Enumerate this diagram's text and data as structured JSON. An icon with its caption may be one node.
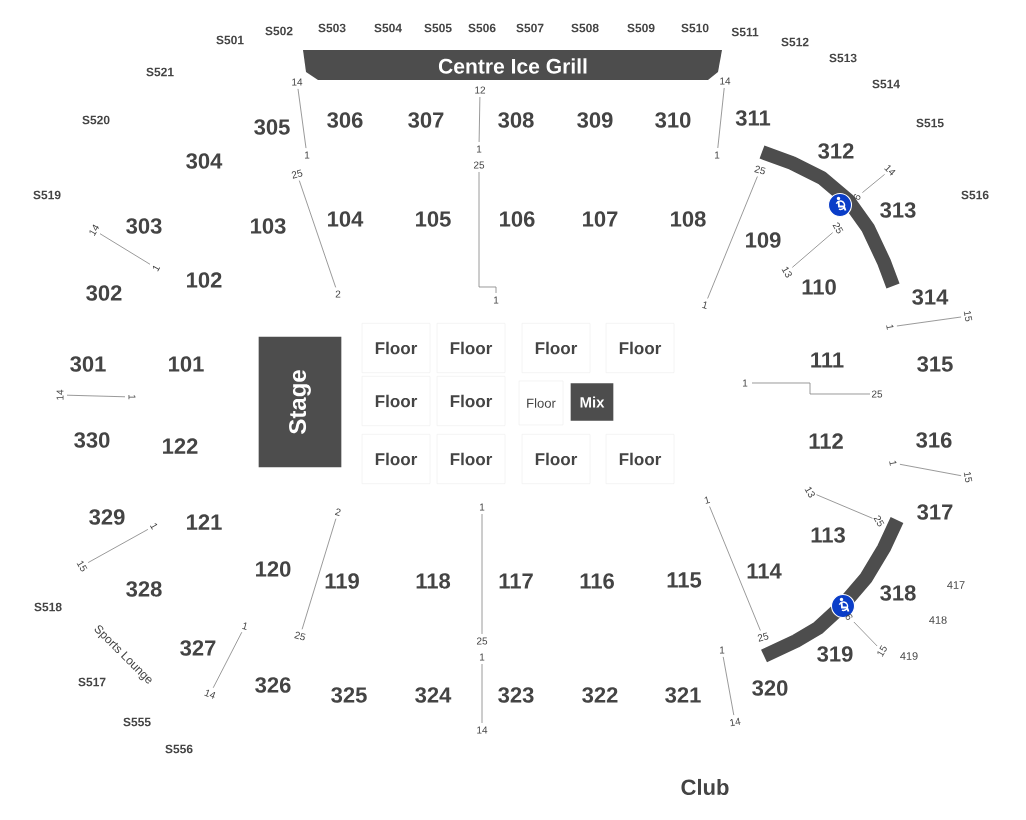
{
  "diagram": {
    "nodes": [
      {
        "text": [
          "Centre Ice Grill"
        ]
      },
      {
        "text": [
          "Stage"
        ]
      },
      {
        "text": [
          "Floor"
        ]
      },
      {
        "text": [
          "Floor"
        ]
      },
      {
        "text": [
          "Floor"
        ]
      },
      {
        "text": [
          "Floor"
        ]
      },
      {
        "text": [
          "Floor"
        ]
      },
      {
        "text": [
          "Floor"
        ]
      },
      {
        "text": [
          "Floor"
        ]
      },
      {
        "text": [
          "Mix"
        ]
      },
      {
        "text": [
          "Floor"
        ]
      },
      {
        "text": [
          "Floor"
        ]
      },
      {
        "text": [
          "Floor"
        ]
      },
      {
        "text": [
          "Floor"
        ]
      }
    ],
    "labels": [
      "S501",
      "S502",
      "S503",
      "S504",
      "S505",
      "S506",
      "S507",
      "S508",
      "S509",
      "S510",
      "S511",
      "S512",
      "S513",
      "S521",
      "S514",
      "S520",
      "S515",
      "S519",
      "S516",
      "14",
      "12",
      "14",
      "305",
      "306",
      "307",
      "308",
      "309",
      "310",
      "311",
      "1",
      "1",
      "1",
      "312",
      "304",
      "25",
      "25",
      "25",
      "14",
      "6",
      "313",
      "303",
      "103",
      "104",
      "105",
      "106",
      "107",
      "108",
      "14",
      "25",
      "109",
      "1",
      "13",
      "302",
      "102",
      "2",
      "1",
      "1",
      "110",
      "1",
      "314",
      "15",
      "301",
      "101",
      "111",
      "315",
      "1",
      "14",
      "1",
      "25",
      "330",
      "122",
      "112",
      "316",
      "1",
      "15",
      "13",
      "2",
      "1",
      "1",
      "329",
      "121",
      "317",
      "25",
      "1",
      "113",
      "15",
      "120",
      "114",
      "119",
      "118",
      "117",
      "116",
      "115",
      "417",
      "328",
      "318",
      "S518",
      "6",
      "418",
      "Sports Lounge",
      "327",
      "1",
      "25",
      "25",
      "1",
      "1",
      "25",
      "319",
      "15",
      "419",
      "S517",
      "14",
      "326",
      "325",
      "324",
      "323",
      "322",
      "321",
      "320",
      "S555",
      "14",
      "14",
      "S556",
      "Club"
    ]
  }
}
